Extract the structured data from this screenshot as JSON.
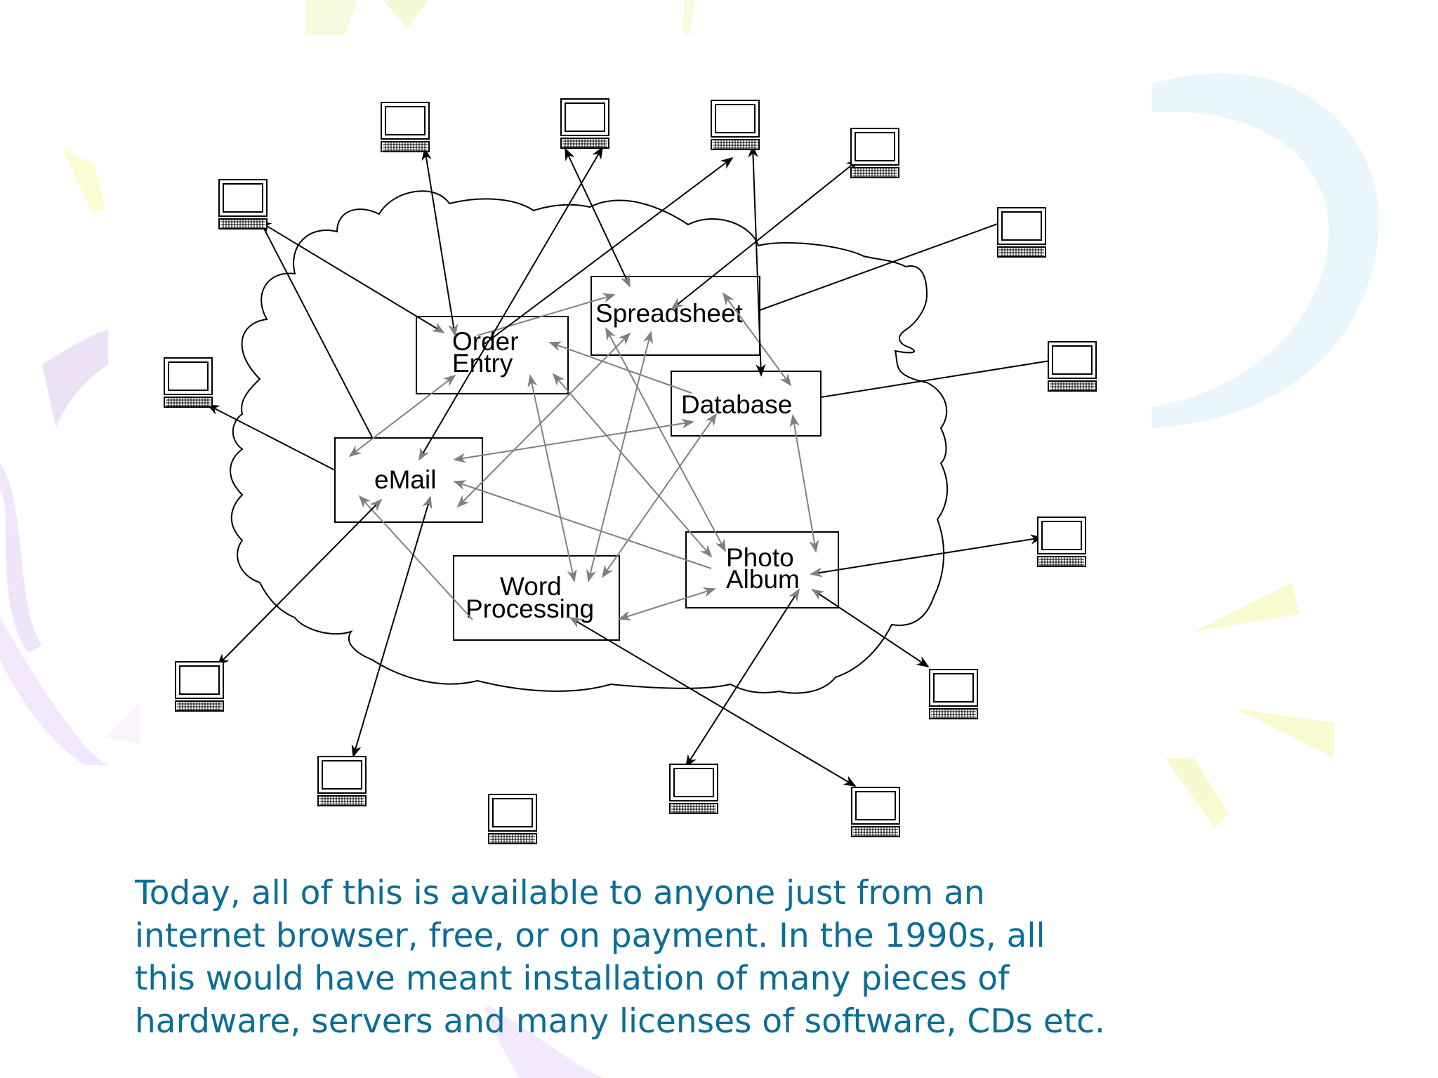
{
  "boxes": {
    "order_entry": [
      "Order",
      "Entry"
    ],
    "spreadsheet": [
      "Spreadsheet"
    ],
    "database": [
      "Database"
    ],
    "email": [
      "eMail"
    ],
    "word_processing": [
      "Word",
      "Processing"
    ],
    "photo_album": [
      "Photo",
      "Album"
    ]
  },
  "computer_icon": "computer-terminal-icon",
  "colors": {
    "caption": "#0b6e98",
    "inner_arrows": "#808080",
    "outer_arrows": "#000000",
    "cloud_outline": "#000000"
  },
  "caption": [
    "Today, all of this is available to anyone just from an",
    "internet browser, free, or on payment. In the 1990s, all",
    "this would have meant installation of many pieces of",
    "hardware, servers and many licenses of software, CDs etc."
  ]
}
